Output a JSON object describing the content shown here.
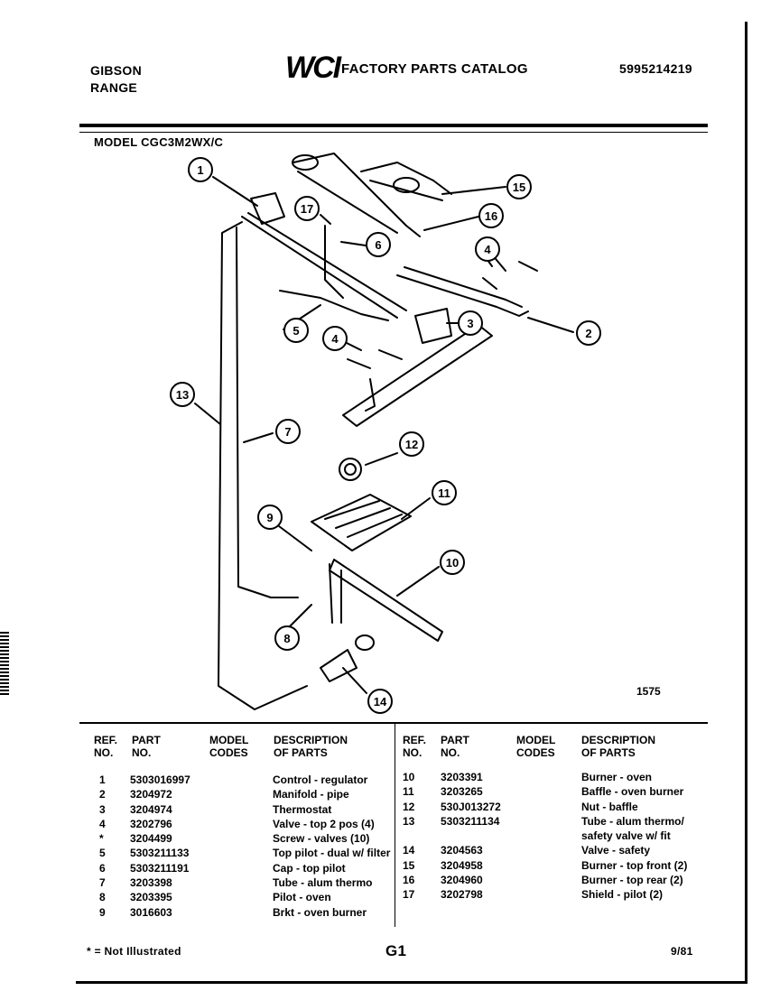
{
  "header": {
    "brand_line1": "GIBSON",
    "brand_line2": "RANGE",
    "logo_text": "WCI",
    "catalog_title": "FACTORY PARTS CATALOG",
    "catalog_number": "5995214219",
    "model": "MODEL CGC3M2WX/C"
  },
  "diagram": {
    "figure_number": "1575",
    "callouts": [
      "1",
      "2",
      "3",
      "4",
      "4",
      "5",
      "6",
      "7",
      "8",
      "9",
      "10",
      "11",
      "12",
      "13",
      "14",
      "15",
      "16",
      "17"
    ]
  },
  "table": {
    "headers": {
      "ref_line1": "REF.",
      "ref_line2": "NO.",
      "part_line1": "PART",
      "part_line2": "NO.",
      "model_line1": "MODEL",
      "model_line2": "CODES",
      "desc_line1": "DESCRIPTION",
      "desc_line2": "OF PARTS"
    },
    "left_rows": [
      {
        "ref": "1",
        "part": "5303016997",
        "model": "",
        "desc": "Control - regulator"
      },
      {
        "ref": "2",
        "part": "3204972",
        "model": "",
        "desc": "Manifold - pipe"
      },
      {
        "ref": "3",
        "part": "3204974",
        "model": "",
        "desc": "Thermostat"
      },
      {
        "ref": "4",
        "part": "3202796",
        "model": "",
        "desc": "Valve - top 2 pos (4)"
      },
      {
        "ref": "*",
        "part": "3204499",
        "model": "",
        "desc": "Screw - valves (10)"
      },
      {
        "ref": "5",
        "part": "5303211133",
        "model": "",
        "desc": "Top pilot - dual w/ filter"
      },
      {
        "ref": "6",
        "part": "5303211191",
        "model": "",
        "desc": "Cap - top pilot"
      },
      {
        "ref": "7",
        "part": "3203398",
        "model": "",
        "desc": "Tube - alum thermo"
      },
      {
        "ref": "8",
        "part": "3203395",
        "model": "",
        "desc": "Pilot - oven"
      },
      {
        "ref": "9",
        "part": "3016603",
        "model": "",
        "desc": "Brkt - oven burner"
      }
    ],
    "right_rows": [
      {
        "ref": "10",
        "part": "3203391",
        "model": "",
        "desc": "Burner - oven"
      },
      {
        "ref": "11",
        "part": "3203265",
        "model": "",
        "desc": "Baffle - oven burner"
      },
      {
        "ref": "12",
        "part": "530J013272",
        "model": "",
        "desc": "Nut - baffle"
      },
      {
        "ref": "13",
        "part": "5303211134",
        "model": "",
        "desc": "Tube - alum thermo/"
      },
      {
        "ref": "",
        "part": "",
        "model": "",
        "desc": "safety valve w/ fit"
      },
      {
        "ref": "14",
        "part": "3204563",
        "model": "",
        "desc": "Valve - safety"
      },
      {
        "ref": "15",
        "part": "3204958",
        "model": "",
        "desc": "Burner - top front (2)"
      },
      {
        "ref": "16",
        "part": "3204960",
        "model": "",
        "desc": "Burner - top rear (2)"
      },
      {
        "ref": "17",
        "part": "3202798",
        "model": "",
        "desc": "Shield - pilot (2)"
      }
    ]
  },
  "footer": {
    "note": "* = Not Illustrated",
    "page_code": "G1",
    "date": "9/81"
  }
}
